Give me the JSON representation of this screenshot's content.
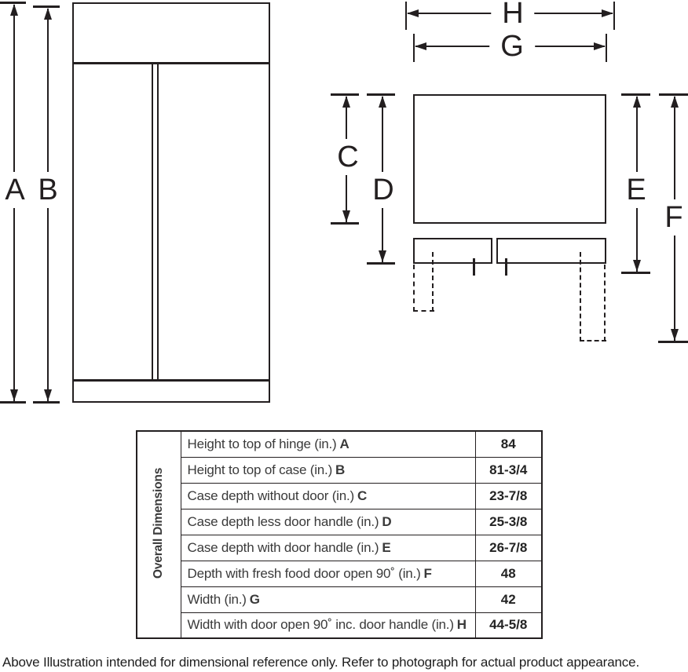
{
  "drawing": {
    "labels": {
      "A": "A",
      "B": "B",
      "C": "C",
      "D": "D",
      "E": "E",
      "F": "F",
      "G": "G",
      "H": "H"
    }
  },
  "table": {
    "header": "Overall Dimensions",
    "rows": [
      {
        "label": "Height to top of hinge (in.)",
        "letter": "A",
        "value": "84"
      },
      {
        "label": "Height to top of case (in.)",
        "letter": "B",
        "value": "81-3/4"
      },
      {
        "label": "Case depth without door (in.)",
        "letter": "C",
        "value": "23-7/8"
      },
      {
        "label": "Case depth less door handle (in.)",
        "letter": "D",
        "value": "25-3/8"
      },
      {
        "label": "Case depth with door handle (in.)",
        "letter": "E",
        "value": "26-7/8"
      },
      {
        "label": "Depth with fresh food door open 90˚ (in.)",
        "letter": "F",
        "value": "48"
      },
      {
        "label": "Width (in.)",
        "letter": "G",
        "value": "42"
      },
      {
        "label": "Width with door open 90˚ inc. door handle (in.)",
        "letter": "H",
        "value": "44-5/8"
      }
    ]
  },
  "footer": {
    "note": "Above Illustration intended for dimensional reference only. Refer to photograph for actual product appearance."
  },
  "colors": {
    "line": "#231f20",
    "table_text": "#3a3a3a",
    "value_text": "#232323"
  }
}
